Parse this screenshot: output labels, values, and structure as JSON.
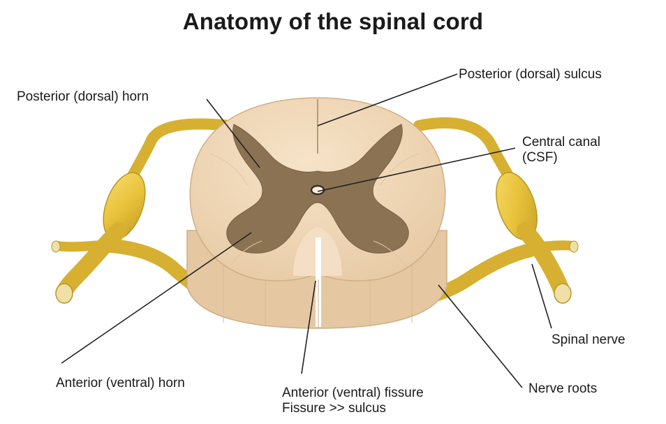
{
  "title": "Anatomy of the spinal cord",
  "labels": {
    "posterior_horn": "Posterior (dorsal) horn",
    "posterior_sulcus": "Posterior (dorsal) sulcus",
    "central_canal_line1": "Central canal",
    "central_canal_line2": "(CSF)",
    "anterior_horn": "Anterior (ventral) horn",
    "anterior_fissure": "Anterior (ventral) fissure",
    "fissure_note": "Fissure >> sulcus",
    "nerve_roots": "Nerve roots",
    "spinal_nerve": "Spinal nerve"
  },
  "colors": {
    "white_matter": "#f0d9bb",
    "white_matter_side": "#e2c29c",
    "gray_matter": "#8a7253",
    "nerve": "#e8c23a",
    "nerve_dark": "#b99524",
    "leader_line": "#222222"
  }
}
